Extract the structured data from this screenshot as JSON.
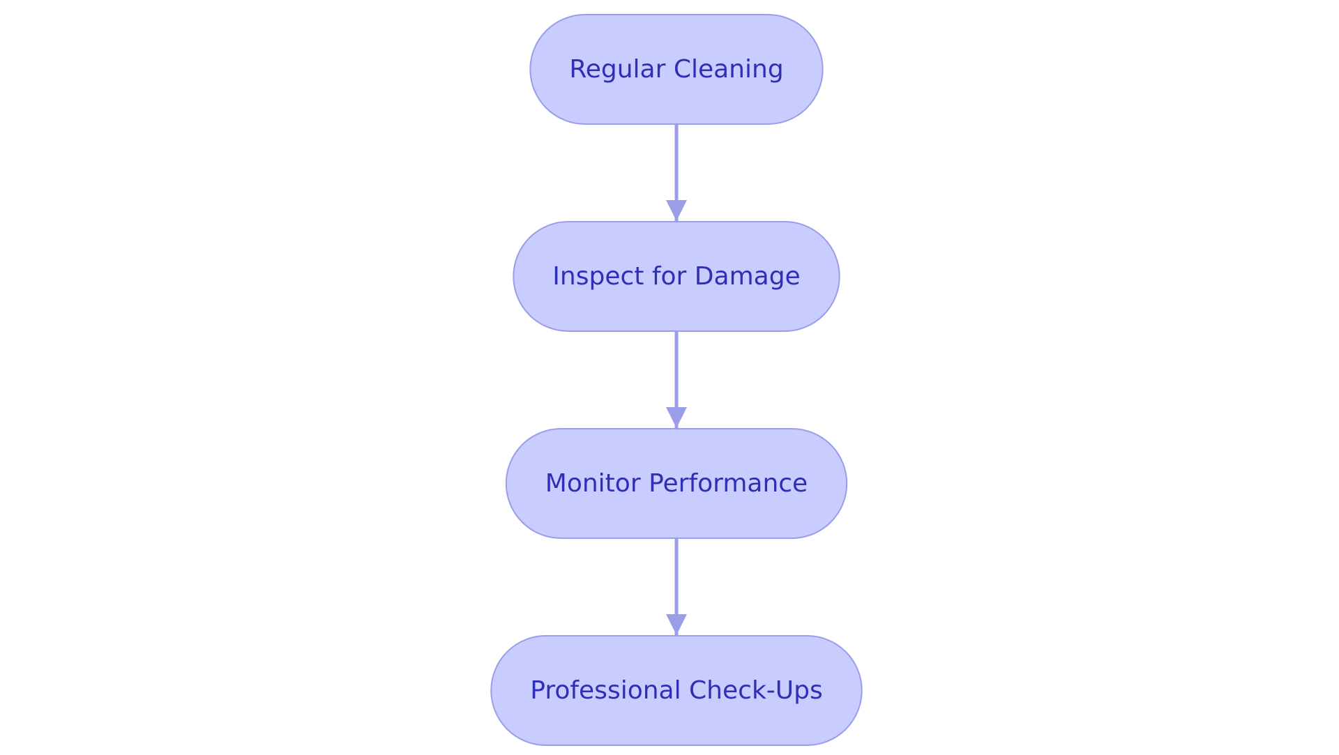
{
  "diagram": {
    "type": "flowchart",
    "direction": "top-to-bottom",
    "colors": {
      "background": "#ffffff",
      "node_fill": "#c8ccff",
      "node_stroke": "#9a9de8",
      "node_text": "#2f2fb5",
      "edge": "#9a9de8"
    },
    "nodes": [
      {
        "id": "regular-cleaning",
        "label": "Regular Cleaning"
      },
      {
        "id": "inspect-for-damage",
        "label": "Inspect for Damage"
      },
      {
        "id": "monitor-performance",
        "label": "Monitor Performance"
      },
      {
        "id": "professional-check-ups",
        "label": "Professional Check-Ups"
      }
    ],
    "edges": [
      {
        "from": "regular-cleaning",
        "to": "inspect-for-damage"
      },
      {
        "from": "inspect-for-damage",
        "to": "monitor-performance"
      },
      {
        "from": "monitor-performance",
        "to": "professional-check-ups"
      }
    ]
  }
}
